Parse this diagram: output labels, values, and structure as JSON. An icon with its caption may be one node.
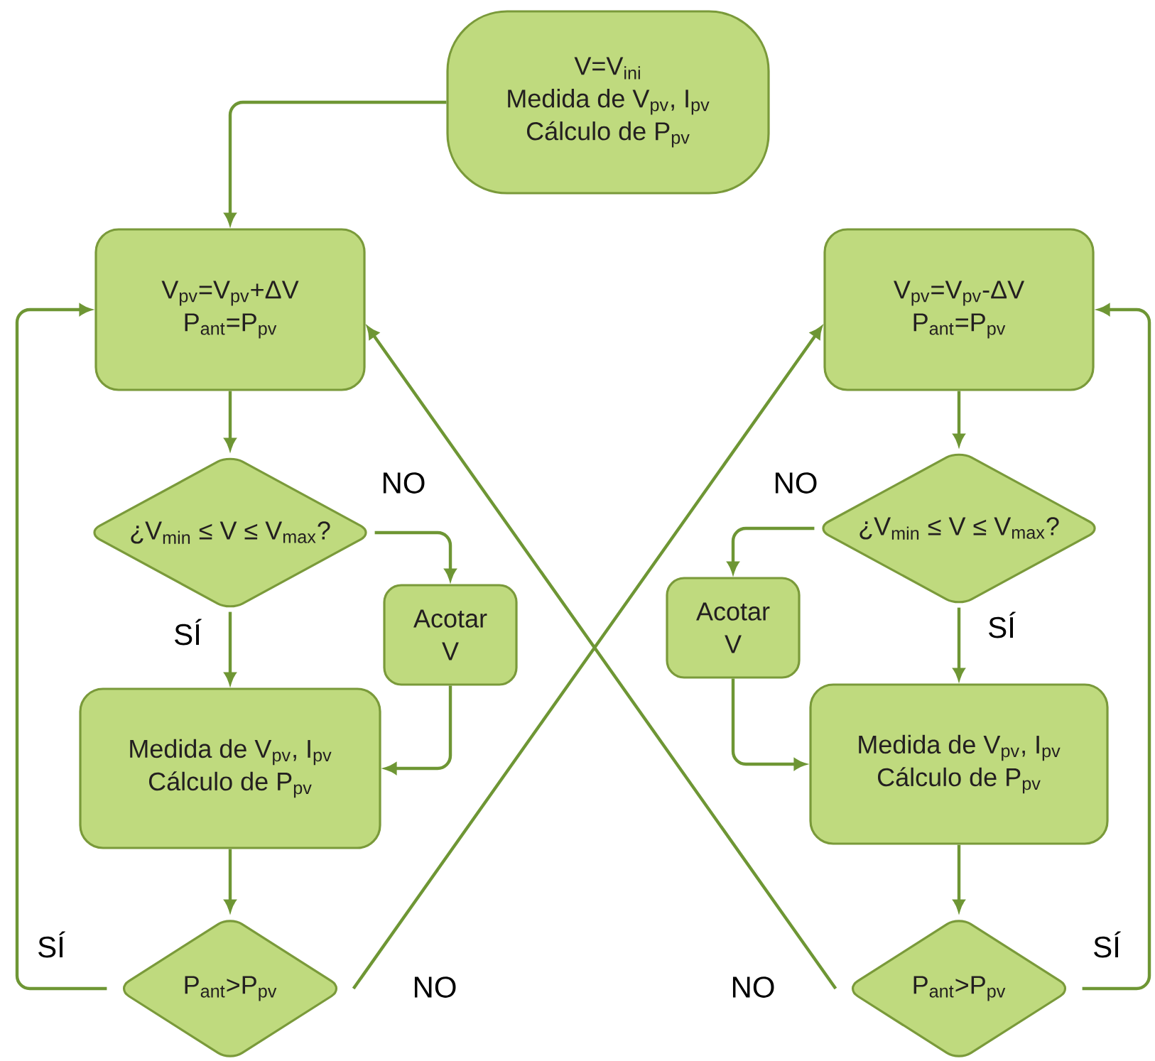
{
  "diagram": {
    "nodes": [
      {
        "text": [
          "V=V$_{ini}$",
          "Medida de V$_{pv}$, I$_{pv}$",
          "Cálculo de P$_{pv}$"
        ]
      },
      {
        "text": [
          "V$_{pv}$=V$_{pv}$+ΔV",
          "P$_{ant}$=P$_{pv}$"
        ]
      },
      {
        "text": [
          "¿V$_{min}$ ≤ V ≤ V$_{max}$?"
        ]
      },
      {
        "text": [
          "Acotar V"
        ]
      },
      {
        "text": [
          "Medida de V$_{pv}$, I$_{pv}$",
          "Cálculo de P$_{pv}$"
        ]
      },
      {
        "text": [
          "P$_{ant}$>P$_{pv}$"
        ]
      },
      {
        "text": [
          "V$_{pv}$=V$_{pv}$-ΔV",
          "P$_{ant}$=P$_{pv}$"
        ]
      },
      {
        "text": [
          "¿V$_{min}$ ≤ V ≤ V$_{max}$?"
        ]
      },
      {
        "text": [
          "Acotar V"
        ]
      },
      {
        "text": [
          "Medida de V$_{pv}$, I$_{pv}$",
          "Cálculo de P$_{pv}$"
        ]
      },
      {
        "text": [
          "P$_{ant}$>P$_{pv}$"
        ]
      }
    ],
    "edges": [
      {
        "from": 0,
        "to": 1,
        "arrow": "to"
      },
      {
        "from": 1,
        "to": 2,
        "arrow": "to"
      },
      {
        "from": 2,
        "to": 3,
        "arrow": "to",
        "label": "NO"
      },
      {
        "from": 2,
        "to": 4,
        "arrow": "to",
        "label": "SÍ"
      },
      {
        "from": 3,
        "to": 4,
        "arrow": "to"
      },
      {
        "from": 4,
        "to": 5,
        "arrow": "to"
      },
      {
        "from": 5,
        "to": 1,
        "arrow": "to",
        "label": "SÍ"
      },
      {
        "from": 5,
        "to": 6,
        "arrow": "to",
        "label": "NO"
      },
      {
        "from": 6,
        "to": 7,
        "arrow": "to"
      },
      {
        "from": 7,
        "to": 8,
        "arrow": "to",
        "label": "NO"
      },
      {
        "from": 7,
        "to": 9,
        "arrow": "to",
        "label": "SÍ"
      },
      {
        "from": 8,
        "to": 9,
        "arrow": "to"
      },
      {
        "from": 9,
        "to": 10,
        "arrow": "to"
      },
      {
        "from": 10,
        "to": 6,
        "arrow": "to",
        "label": "SÍ"
      },
      {
        "from": 10,
        "to": 1,
        "arrow": "to",
        "label": "NO"
      }
    ]
  }
}
